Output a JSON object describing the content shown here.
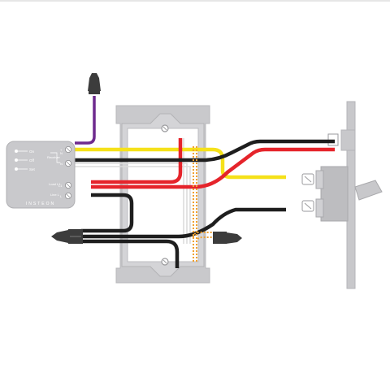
{
  "module": {
    "brand": "INSTEON",
    "leds": [
      "On",
      "Off",
      "Set"
    ],
    "terminal_labels": [
      "Receiver",
      "Load L1",
      "Line L"
    ],
    "terminal_symbols": [
      "+",
      "N",
      "N",
      "L1",
      "L"
    ]
  },
  "colors": {
    "background": "#ffffff",
    "module_body": "#c9c9cc",
    "device_gray": "#c8c8cb",
    "wire_purple": "#6e2a8e",
    "wire_yellow": "#f5e11a",
    "wire_red": "#e5242b",
    "wire_black": "#1e1e1e",
    "wire_white": "#e8e8e8",
    "wire_orange_dotted": "#f0a030",
    "nut_dark": "#3c3c3c"
  }
}
